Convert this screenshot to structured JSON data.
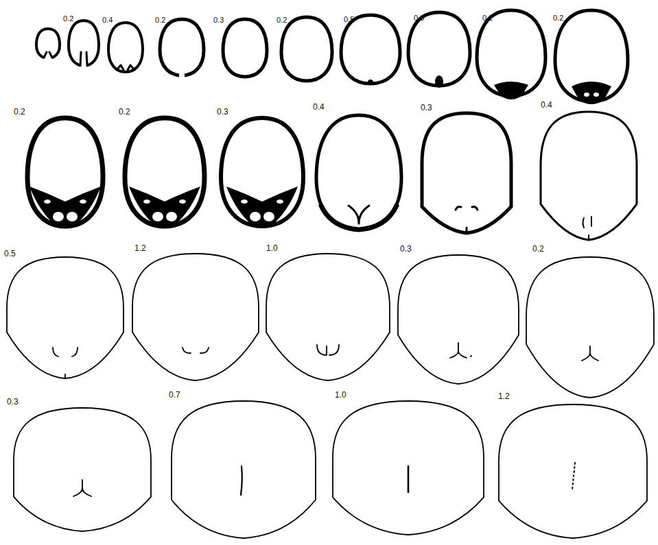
{
  "diagram": {
    "labels": [
      "0.2",
      "0.4",
      "0.2",
      "0.3",
      "0.2",
      "0.5",
      "0.3",
      "0.2",
      "0.2",
      "0.2",
      "0.2",
      "0.3",
      "0.4",
      "0.3",
      "0.4",
      "0.5",
      "1.2",
      "1.0",
      "0.3",
      "0.2",
      "0.3",
      "0.7",
      "1.0",
      "1.2"
    ]
  }
}
